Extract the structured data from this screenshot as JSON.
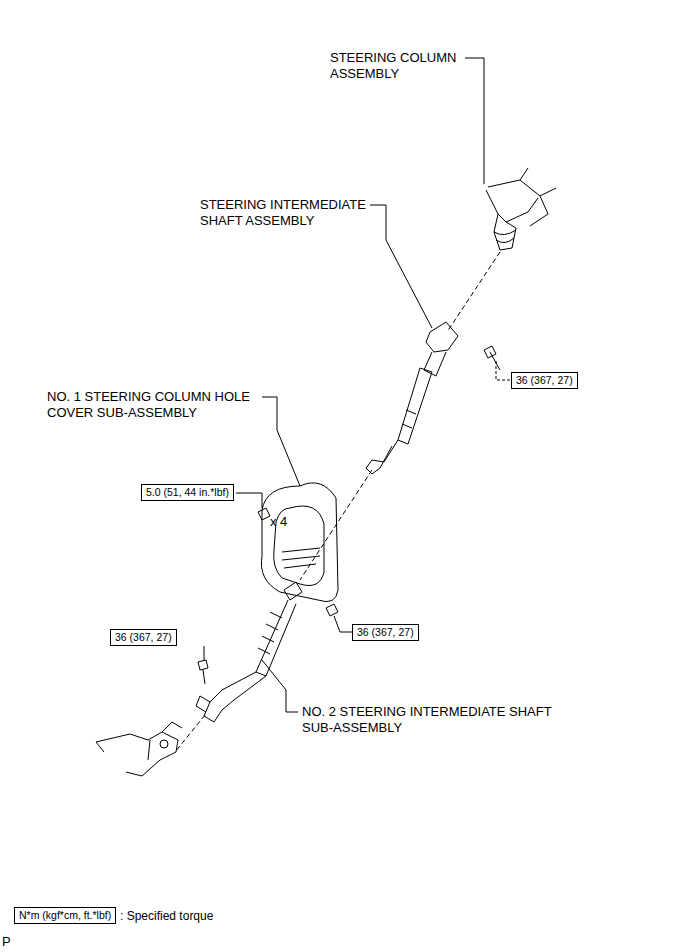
{
  "diagram": {
    "nodes": [
      {
        "text": [
          "36 (367, 27)"
        ]
      },
      {
        "text": [
          "5.0 (51, 44 in.*lbf)"
        ]
      },
      {
        "text": [
          "36 (367, 27)"
        ]
      },
      {
        "text": [
          "36 (367, 27)"
        ]
      },
      {
        "text": [
          "N*m (kgf*cm, ft.*lbf)"
        ]
      }
    ],
    "labels": [
      "STEERING COLUMN ASSEMBLY",
      "STEERING INTERMEDIATE SHAFT ASSEMBLY",
      "NO. 1 STEERING COLUMN HOLE COVER SUB-ASSEMBLY",
      "x 4",
      "NO. 2 STEERING INTERMEDIATE SHAFT SUB-ASSEMBLY",
      "P"
    ],
    "legend": [
      {
        "text": ": Specified torque"
      }
    ]
  }
}
